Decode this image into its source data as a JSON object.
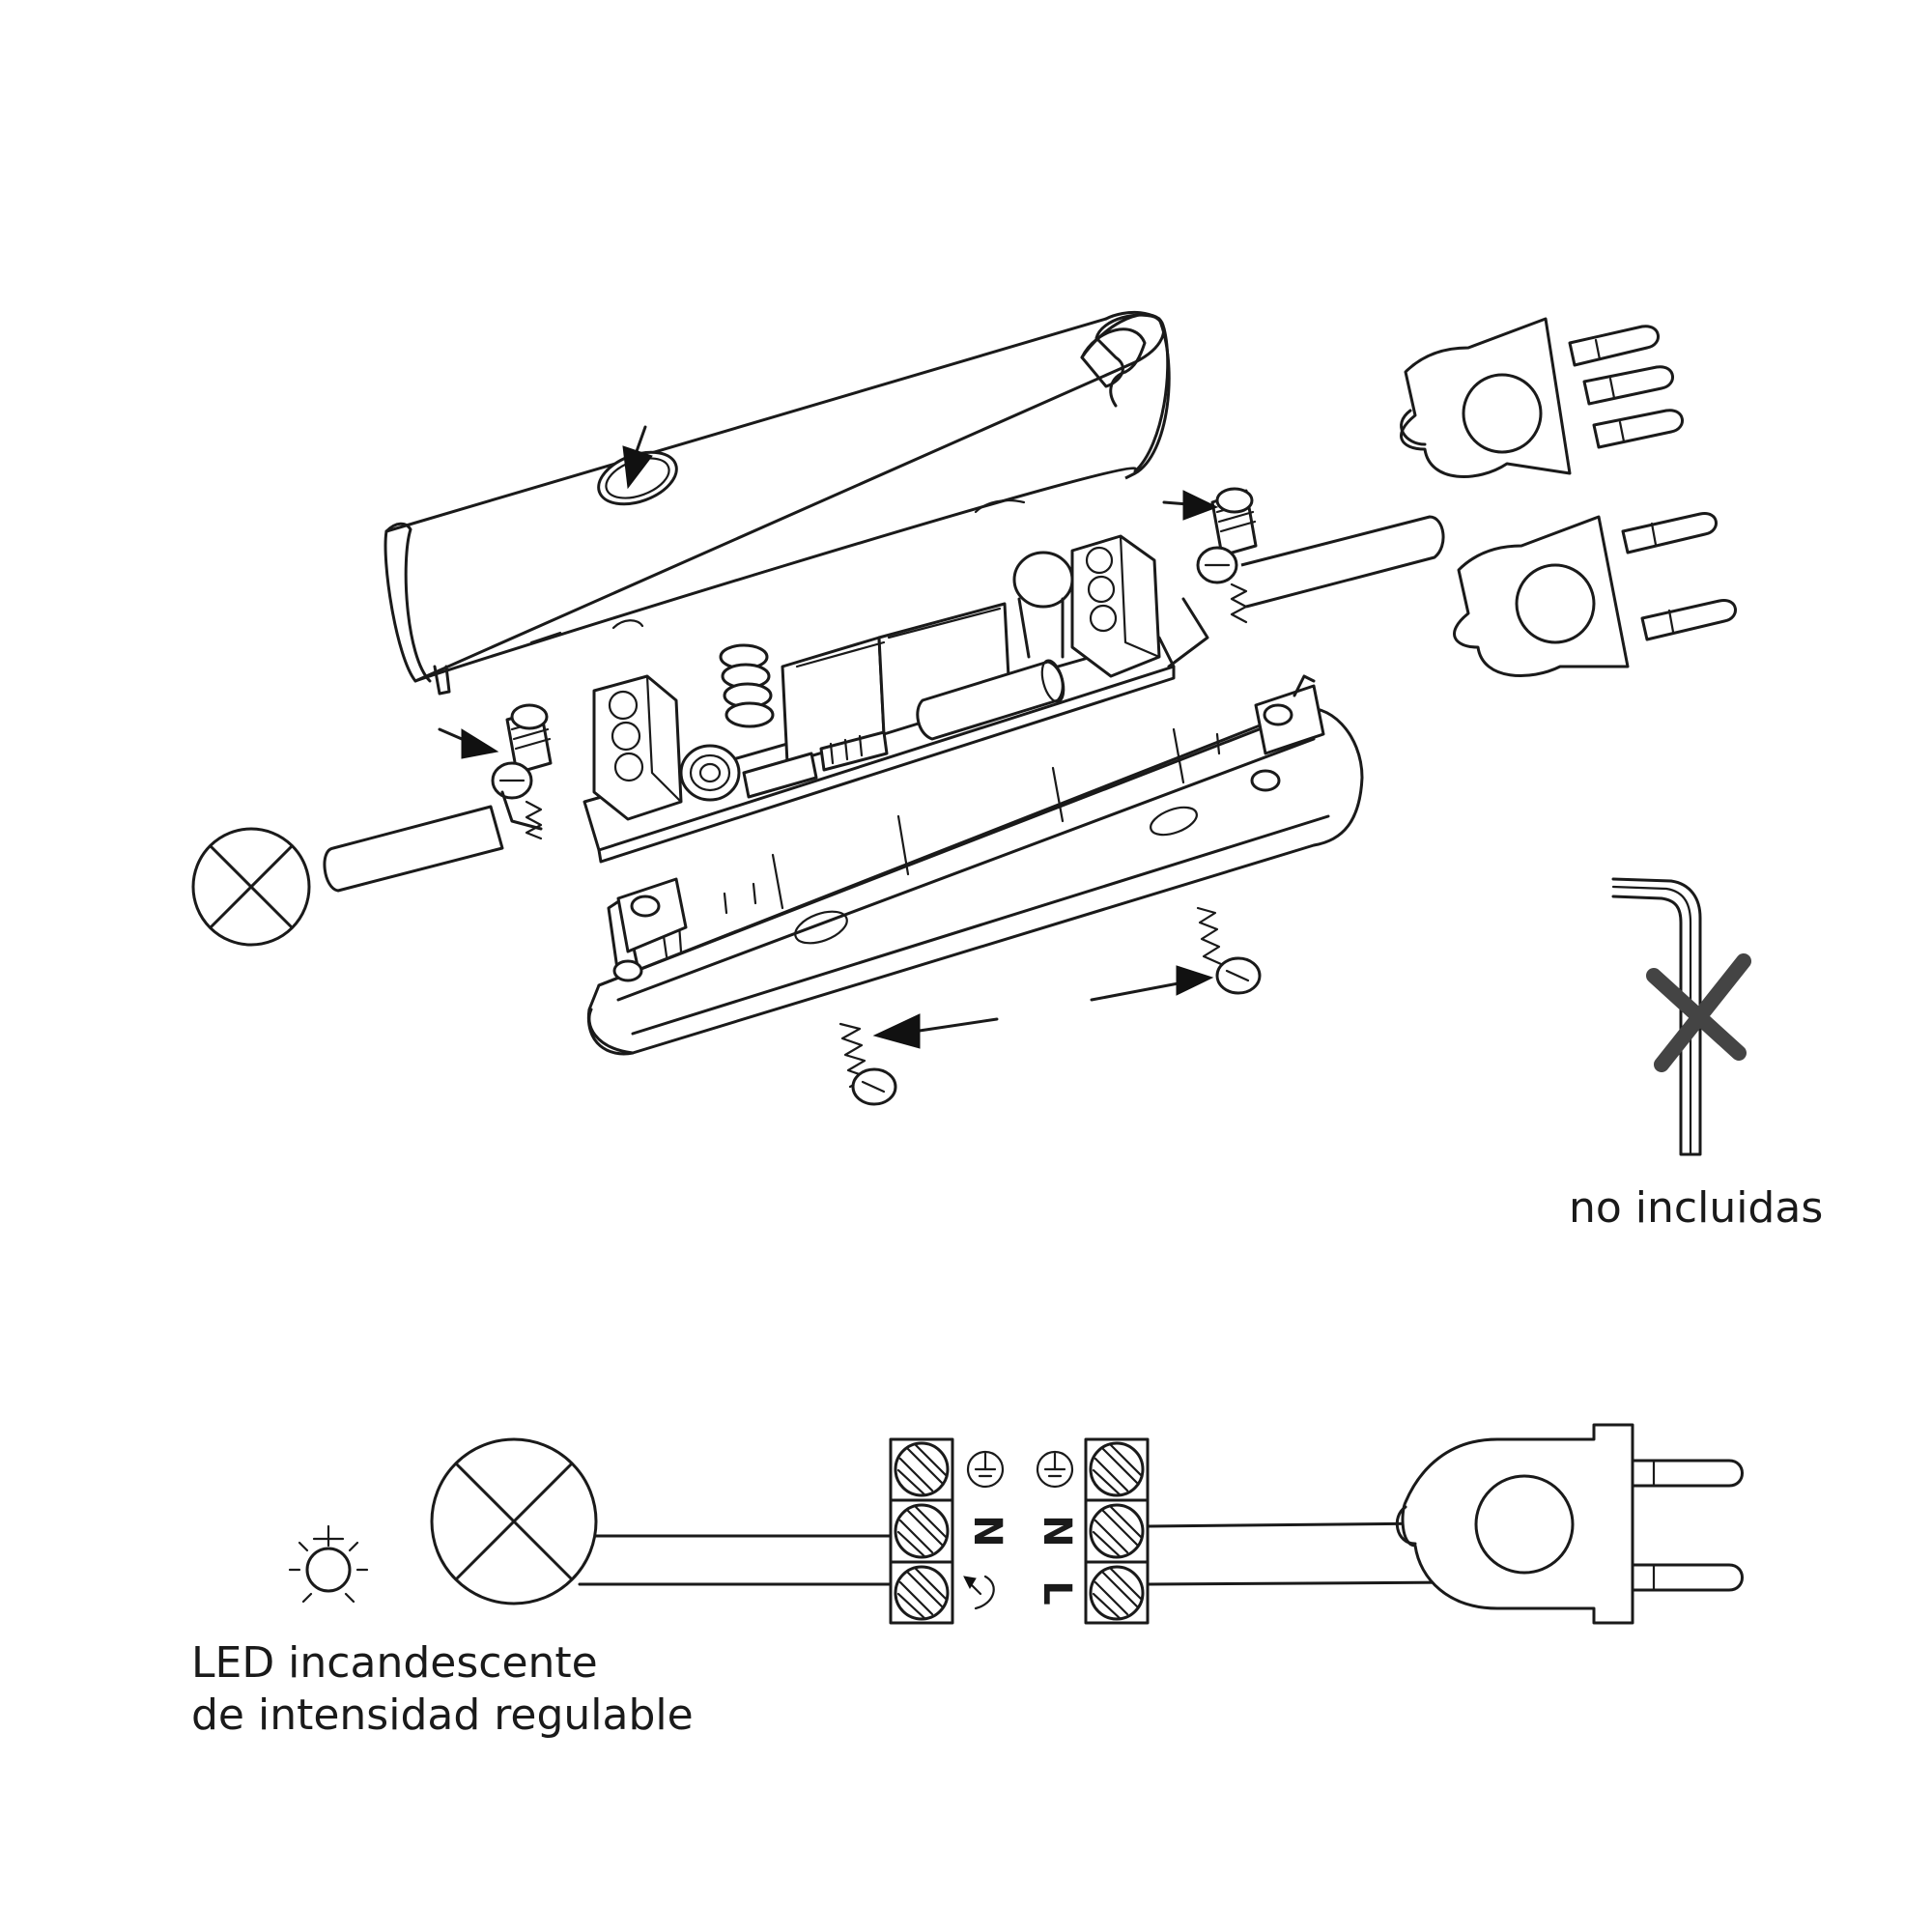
{
  "labels": {
    "not_included": "no incluidas",
    "lamp_type_line1": "LED incandescente",
    "lamp_type_line2": "de intensidad regulable"
  },
  "terminals": {
    "left_block": [
      "⏚",
      "N",
      "↗"
    ],
    "right_block": [
      "⏚",
      "N",
      "L"
    ]
  },
  "icons": [
    "lamp-symbol-icon",
    "plug-three-pin-icon",
    "plug-two-pin-icon",
    "allen-key-icon",
    "cross-mark-icon",
    "screw-icon",
    "arrow-icon",
    "led-bulb-icon",
    "earth-ground-icon",
    "dimmer-arrow-icon"
  ]
}
